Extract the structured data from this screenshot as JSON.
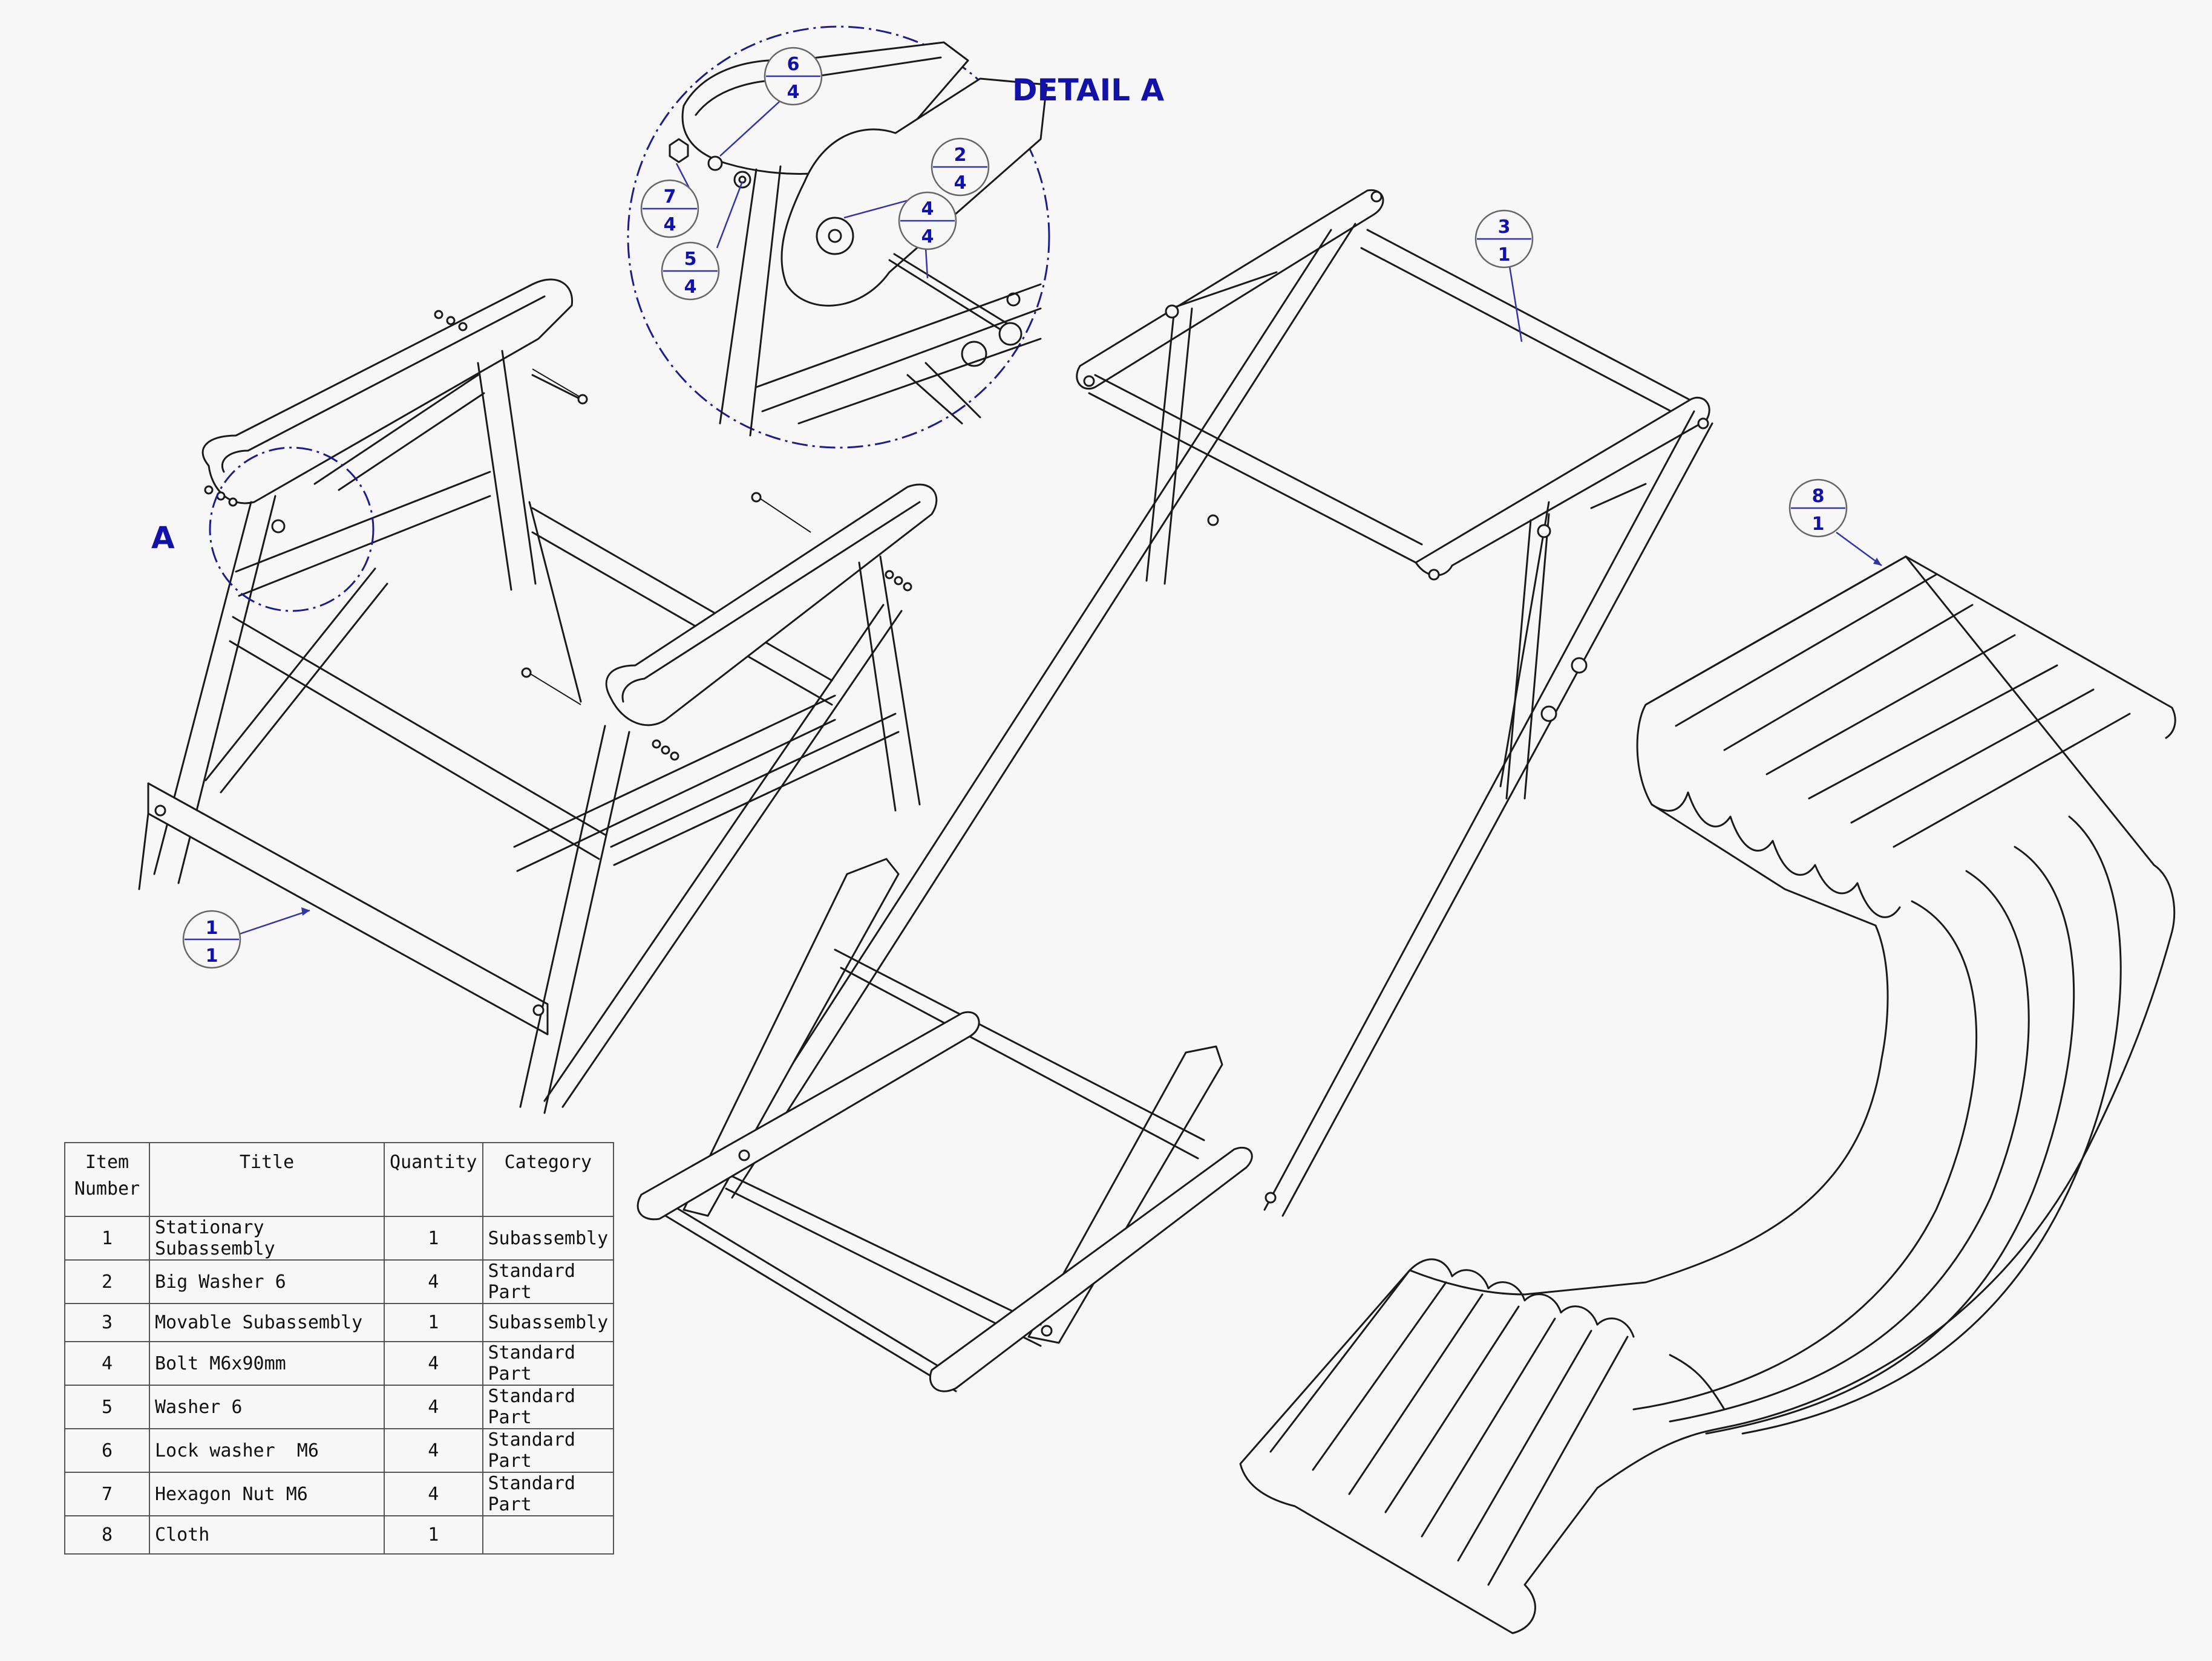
{
  "detail": {
    "title": "DETAIL A",
    "marker": "A"
  },
  "balloons": [
    {
      "item": "1",
      "qty": "1"
    },
    {
      "item": "2",
      "qty": "4"
    },
    {
      "item": "3",
      "qty": "1"
    },
    {
      "item": "4",
      "qty": "4"
    },
    {
      "item": "5",
      "qty": "4"
    },
    {
      "item": "6",
      "qty": "4"
    },
    {
      "item": "7",
      "qty": "4"
    },
    {
      "item": "8",
      "qty": "1"
    }
  ],
  "bom": {
    "headers": {
      "item_line1": "Item",
      "item_line2": "Number",
      "title": "Title",
      "quantity": "Quantity",
      "category": "Category"
    },
    "rows": [
      {
        "item": "1",
        "title": "Stationary Subassembly",
        "qty": "1",
        "category": "Subassembly"
      },
      {
        "item": "2",
        "title": "Big Washer 6",
        "qty": "4",
        "category": "Standard Part"
      },
      {
        "item": "3",
        "title": "Movable Subassembly",
        "qty": "1",
        "category": "Subassembly"
      },
      {
        "item": "4",
        "title": "Bolt M6x90mm",
        "qty": "4",
        "category": "Standard Part"
      },
      {
        "item": "5",
        "title": "Washer 6",
        "qty": "4",
        "category": "Standard Part"
      },
      {
        "item": "6",
        "title": "Lock washer  M6",
        "qty": "4",
        "category": "Standard Part"
      },
      {
        "item": "7",
        "title": "Hexagon Nut M6",
        "qty": "4",
        "category": "Standard Part"
      },
      {
        "item": "8",
        "title": "Cloth",
        "qty": "1",
        "category": ""
      }
    ]
  },
  "colors": {
    "annotation": "#1212a8",
    "line": "#1a1a1a",
    "background": "#f7f7f7"
  }
}
